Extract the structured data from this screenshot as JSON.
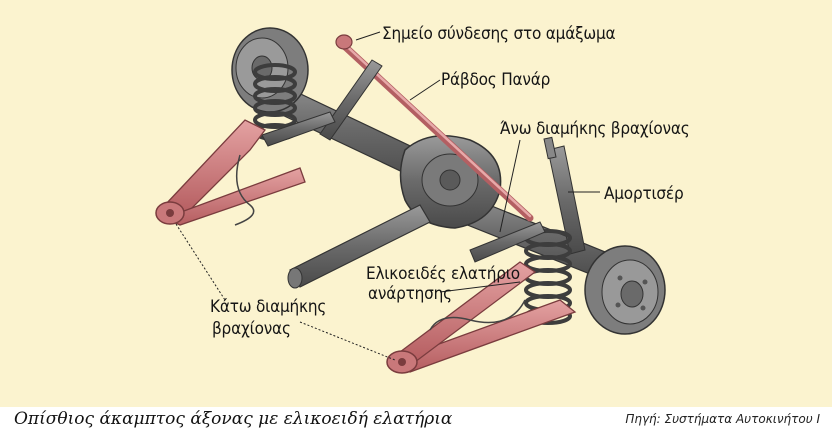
{
  "labels": {
    "body_mount": "Σημείο σύνδεσης στο αμάξωμα",
    "panhard_rod": "Ράβδος Πανάρ",
    "upper_arm": "Άνω διαμήκης βραχίονας",
    "shock_absorber": "Αμορτισέρ",
    "coil_spring_line1": "Ελικοειδές ελατήριο",
    "coil_spring_line2": "ανάρτησης",
    "lower_arm_line1": "Κάτω διαμήκης",
    "lower_arm_line2": "βραχίονας"
  },
  "caption": "Οπίσθιος άκαμπτος άξονας με ελικοειδή ελατήρια",
  "source": "Πηγή: Συστήματα Αυτοκινήτου Ι",
  "colors": {
    "background": "#fbf3cf",
    "axle_gray": "#6f6f6f",
    "arm_red": "#c9787a"
  }
}
